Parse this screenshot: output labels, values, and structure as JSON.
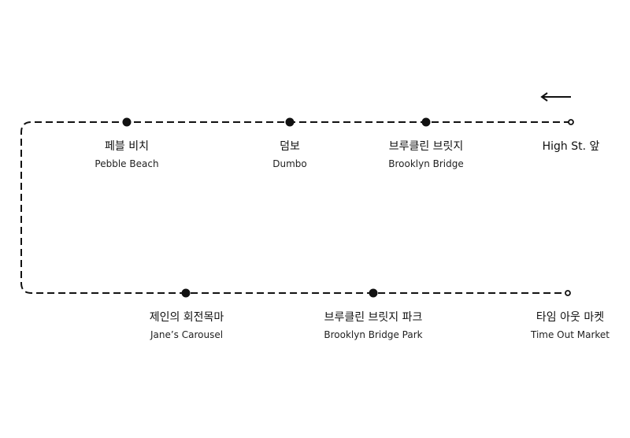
{
  "route": {
    "top_stops": [
      {
        "ko": "페블 비치",
        "en": "Pebble Beach",
        "marker": "stop"
      },
      {
        "ko": "덤보",
        "en": "Dumbo",
        "marker": "stop"
      },
      {
        "ko": "브루클린 브릿지",
        "en": "Brooklyn Bridge",
        "marker": "stop"
      },
      {
        "ko": "High St. 앞",
        "en": "",
        "marker": "terminal"
      }
    ],
    "bottom_stops": [
      {
        "ko": "제인의 회전목마",
        "en": "Jane’s Carousel",
        "marker": "stop"
      },
      {
        "ko": "브루클린 브릿지 파크",
        "en": "Brooklyn Bridge Park",
        "marker": "stop"
      },
      {
        "ko": "타임 아웃 마켓",
        "en": "Time Out Market",
        "marker": "terminal"
      }
    ],
    "direction_arrow": "left-arrow-icon",
    "line_style": "dashed",
    "line_color": "#111111"
  }
}
